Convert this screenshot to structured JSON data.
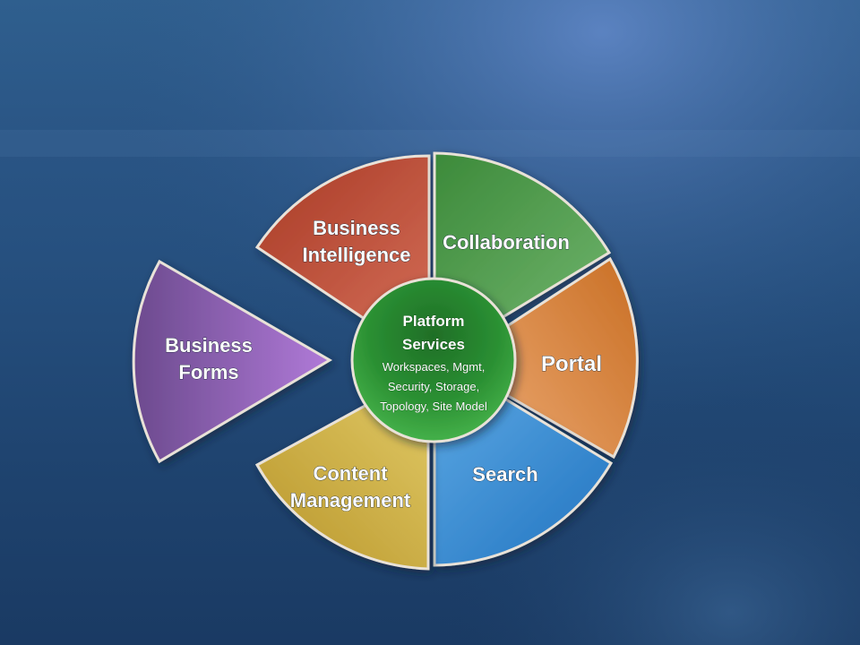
{
  "diagram": {
    "segments": {
      "business_intelligence": {
        "line1": "Business",
        "line2": "Intelligence",
        "color": "#b3472f"
      },
      "collaboration": {
        "label": "Collaboration",
        "color": "#4a9a47"
      },
      "portal": {
        "label": "Portal",
        "color": "#d77b2e"
      },
      "search": {
        "label": "Search",
        "color": "#2f86cf"
      },
      "content_management": {
        "line1": "Content",
        "line2": "Management",
        "color": "#c9a733"
      },
      "business_forms": {
        "line1": "Business",
        "line2": "Forms",
        "color": "#9a63c3"
      }
    },
    "hub": {
      "title1": "Platform",
      "title2": "Services",
      "sub1": "Workspaces, Mgmt,",
      "sub2": "Security, Storage,",
      "sub3": "Topology, Site Model",
      "color": "#2e9b34"
    }
  }
}
